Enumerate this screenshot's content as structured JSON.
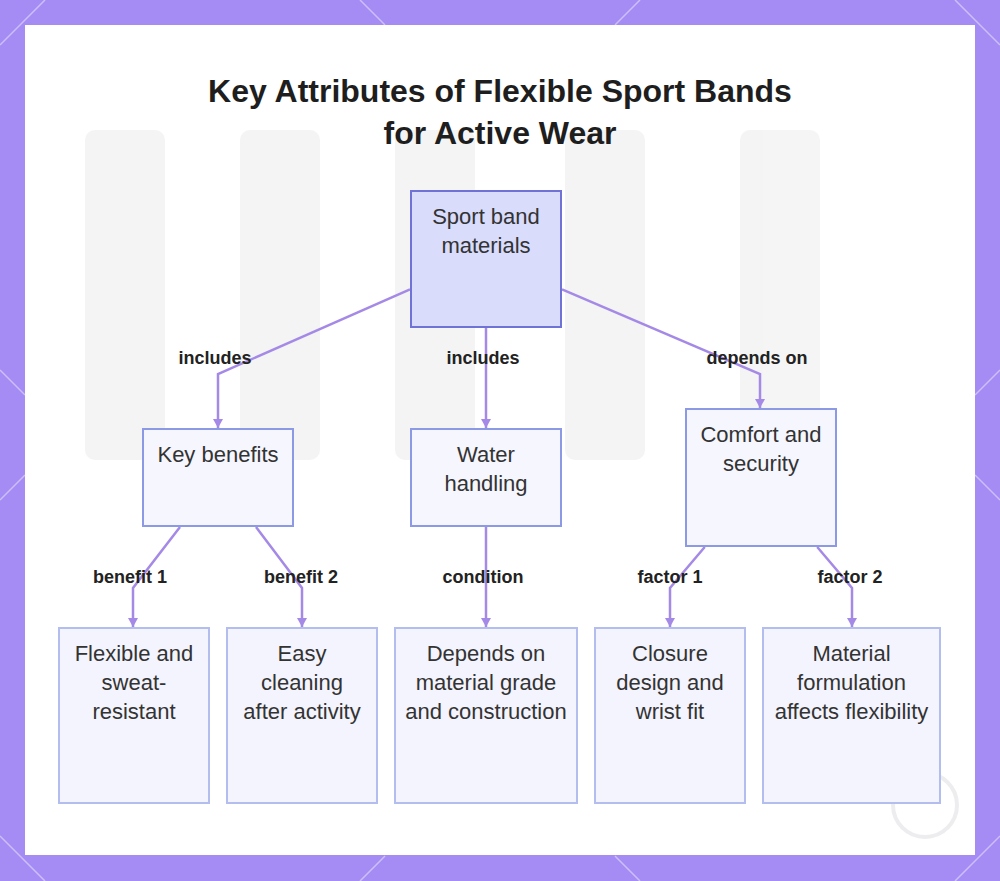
{
  "diagram": {
    "title": "Key Attributes of Flexible Sport Bands for Active Wear",
    "nodes": [
      {
        "text": [
          "Sport band materials"
        ]
      },
      {
        "text": [
          "Key benefits"
        ]
      },
      {
        "text": [
          "Water handling"
        ]
      },
      {
        "text": [
          "Comfort and security"
        ]
      },
      {
        "text": [
          "Flexible and sweat-resistant"
        ]
      },
      {
        "text": [
          "Easy cleaning after activity"
        ]
      },
      {
        "text": [
          "Depends on material grade and construction"
        ]
      },
      {
        "text": [
          "Closure design and wrist fit"
        ]
      },
      {
        "text": [
          "Material formulation affects flexibility"
        ]
      }
    ],
    "edges": [
      {
        "from": 0,
        "to": 1,
        "label": "includes",
        "arrow": "to"
      },
      {
        "from": 0,
        "to": 2,
        "label": "includes",
        "arrow": "to"
      },
      {
        "from": 0,
        "to": 3,
        "label": "depends on",
        "arrow": "to"
      },
      {
        "from": 1,
        "to": 4,
        "label": "benefit 1",
        "arrow": "to"
      },
      {
        "from": 1,
        "to": 5,
        "label": "benefit 2",
        "arrow": "to"
      },
      {
        "from": 2,
        "to": 6,
        "label": "condition",
        "arrow": "to"
      },
      {
        "from": 3,
        "to": 7,
        "label": "factor 1",
        "arrow": "to"
      },
      {
        "from": 3,
        "to": 8,
        "label": "factor 2",
        "arrow": "to"
      }
    ]
  }
}
